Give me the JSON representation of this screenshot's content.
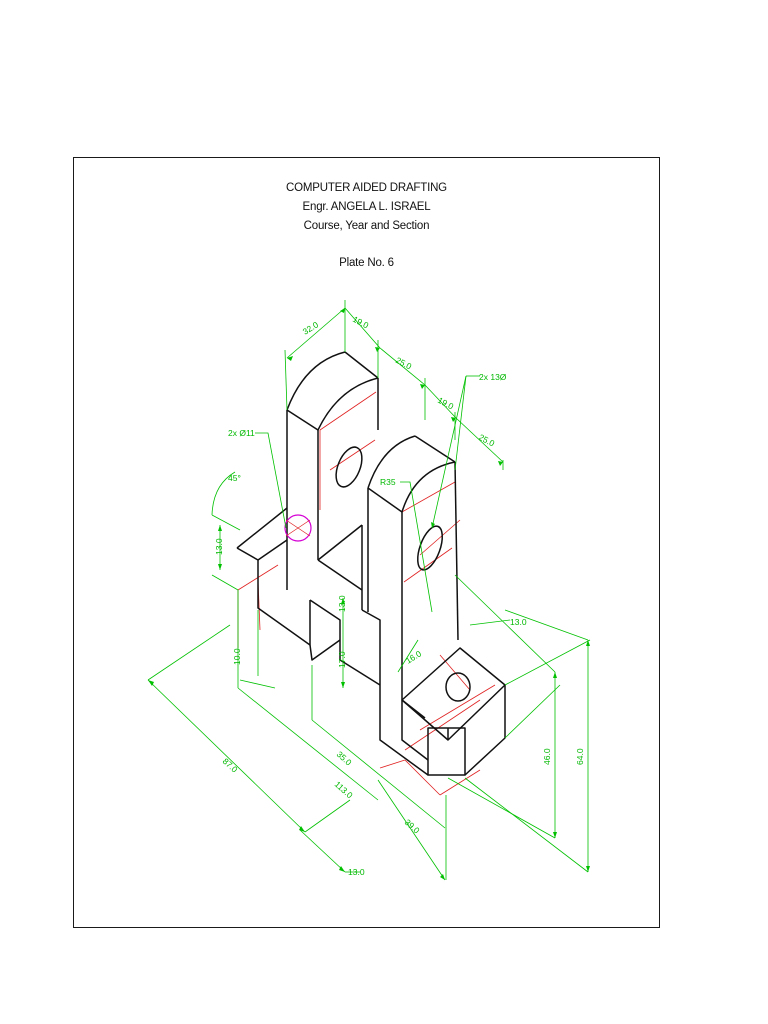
{
  "title_block": {
    "course_title": "COMPUTER AIDED DRAFTING",
    "instructor": "Engr. ANGELA L. ISRAEL",
    "course_section": "Course, Year and Section",
    "plate": "Plate No. 6"
  },
  "dimensions": {
    "d_32": "32.0",
    "d_19_top": "19.0",
    "d_25_a": "25.0",
    "d_19_mid": "19.0",
    "d_25_b": "25.0",
    "holes_13": "2x 13Ø",
    "holes_11": "2x Ø11",
    "angle_45": "45°",
    "d_13_left": "13.0",
    "radius_35": "R35",
    "d_13_center": "13.0",
    "d_17": "17.0",
    "d_10": "10.0",
    "d_16": "16.0",
    "d_13_right": "13.0",
    "d_87": "87.0",
    "d_35": "35.0",
    "d_113": "113.0",
    "d_39": "39.0",
    "d_13_bottom": "13.0",
    "d_46": "46.0",
    "d_64": "64.0"
  },
  "colors": {
    "object_line": "#111111",
    "hidden_line": "#e02020",
    "dimension_line": "#00c000",
    "hole_highlight": "#d400d4"
  }
}
